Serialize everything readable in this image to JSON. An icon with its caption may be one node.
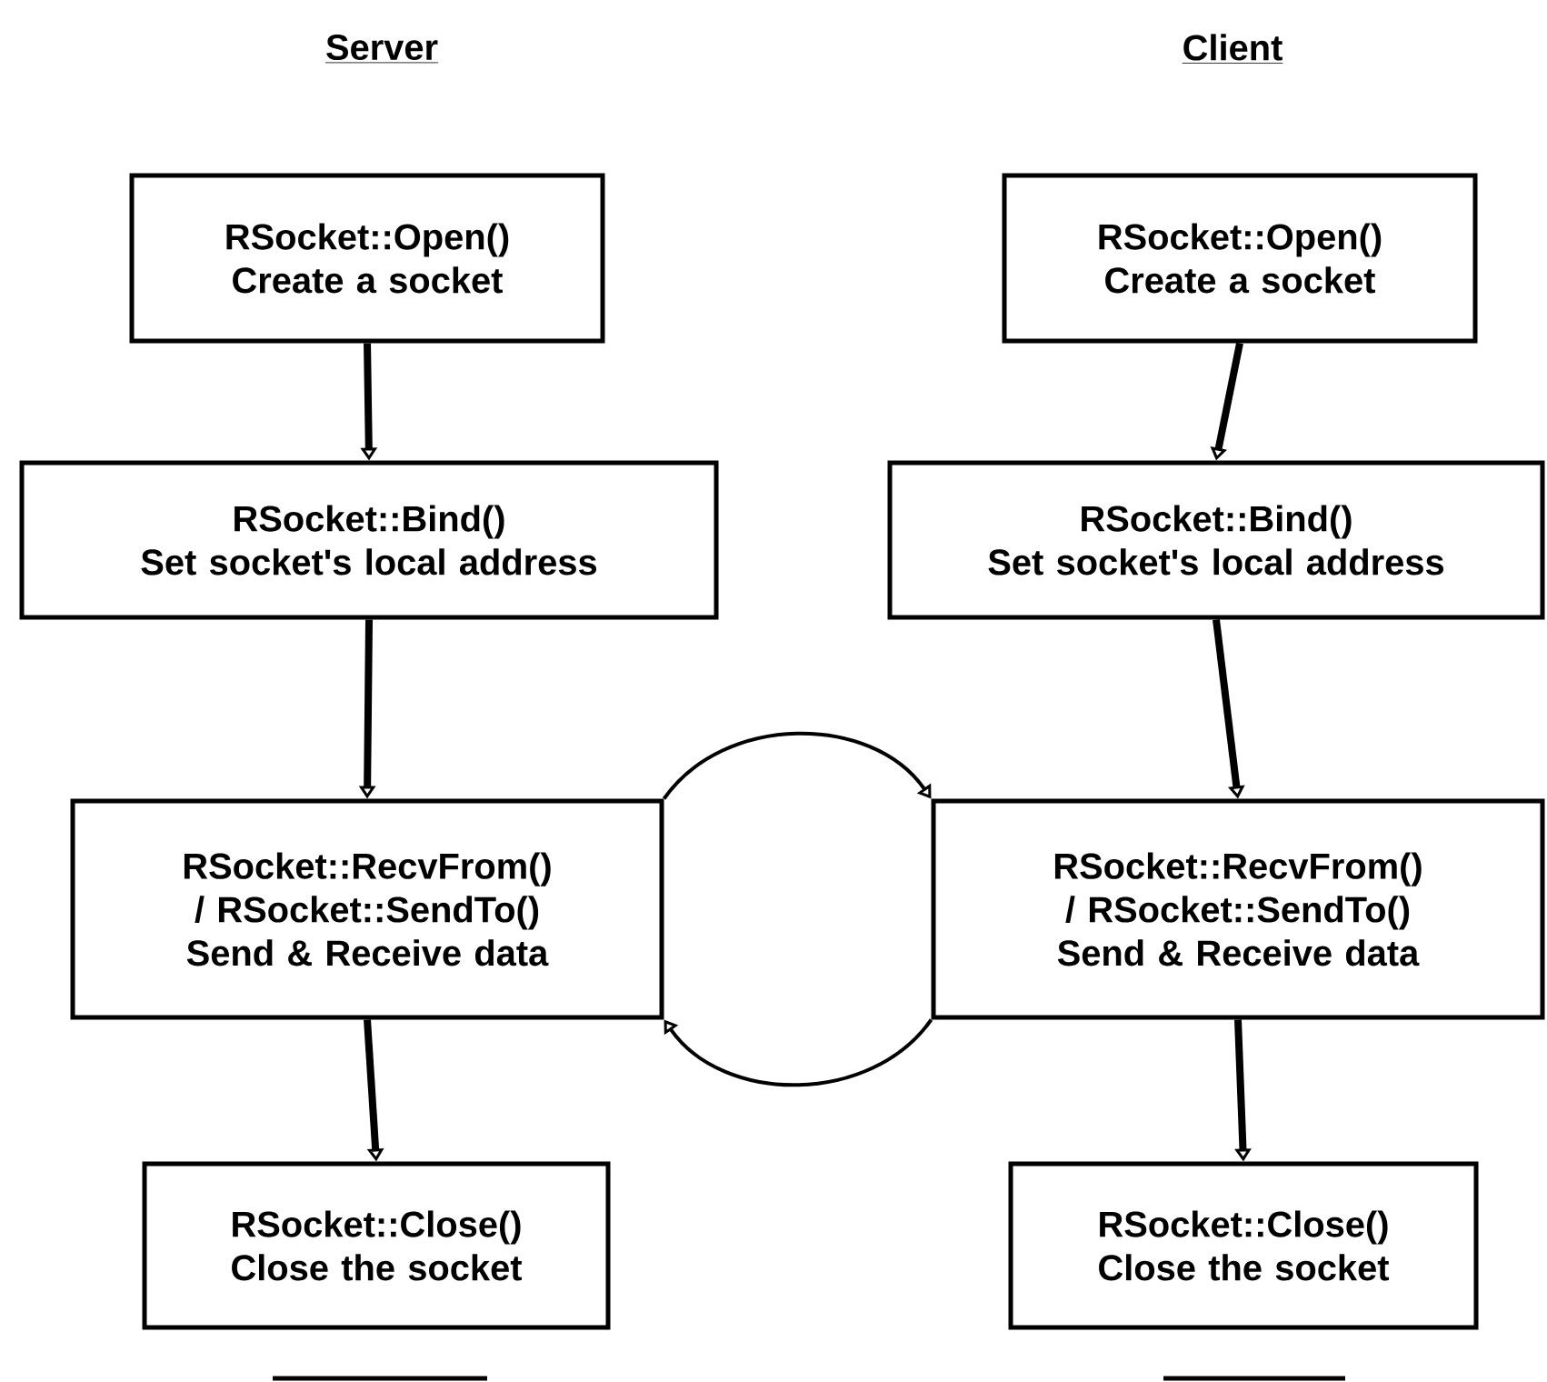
{
  "diagram": {
    "nodes": [
      {
        "text": [
          "RSocket::Open()",
          "Create a socket"
        ]
      },
      {
        "text": [
          "RSocket::Open()",
          "Create a socket"
        ]
      },
      {
        "text": [
          "RSocket::Bind()",
          "Set socket's local address"
        ]
      },
      {
        "text": [
          "RSocket::Bind()",
          "Set socket's local address"
        ]
      },
      {
        "text": [
          "RSocket::RecvFrom() / RSocket::SendTo()",
          "Send & Receive data"
        ]
      },
      {
        "text": [
          "RSocket::RecvFrom() / RSocket::SendTo()",
          "Send & Receive data"
        ]
      },
      {
        "text": [
          "RSocket::Close()",
          "Close the socket"
        ]
      },
      {
        "text": [
          "RSocket::Close()",
          "Close the socket"
        ]
      }
    ],
    "edges": [
      {
        "from": 0,
        "to": 2,
        "arrow": "to"
      },
      {
        "from": 1,
        "to": 3,
        "arrow": "to"
      },
      {
        "from": 2,
        "to": 4,
        "arrow": "to"
      },
      {
        "from": 3,
        "to": 5,
        "arrow": "to"
      },
      {
        "from": 4,
        "to": 6,
        "arrow": "to"
      },
      {
        "from": 5,
        "to": 7,
        "arrow": "to"
      },
      {
        "from": 4,
        "to": 5,
        "arrow": "to"
      },
      {
        "from": 5,
        "to": 4,
        "arrow": "to"
      }
    ],
    "labels": [
      "Server",
      "Client"
    ]
  }
}
